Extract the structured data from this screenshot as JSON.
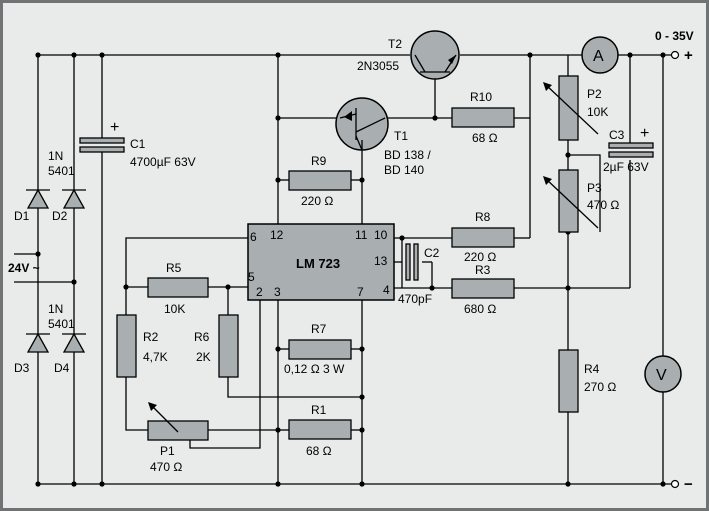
{
  "title": "0 - 35V",
  "terminals": {
    "plus": "+",
    "minus": "−",
    "ac_input": "24V ~"
  },
  "diodes": [
    {
      "name": "D1"
    },
    {
      "name": "D2"
    },
    {
      "name": "D3"
    },
    {
      "name": "D4"
    }
  ],
  "diode_types": {
    "top": "1N\n5401",
    "bottom": "1N\n5401"
  },
  "components": {
    "C1": {
      "name": "C1",
      "value": "4700µF 63V"
    },
    "C2": {
      "name": "C2",
      "value": "470pF"
    },
    "C3": {
      "name": "C3",
      "value": "2µF 63V"
    },
    "T1": {
      "name": "T1",
      "value": "BD 138 /\nBD 140"
    },
    "T2": {
      "name": "T2",
      "value": "2N3055"
    },
    "R1": {
      "name": "R1",
      "value": "68 Ω"
    },
    "R2": {
      "name": "R2",
      "value": "4,7K"
    },
    "R3": {
      "name": "R3",
      "value": "680 Ω"
    },
    "R4": {
      "name": "R4",
      "value": "270 Ω"
    },
    "R5": {
      "name": "R5",
      "value": "10K"
    },
    "R6": {
      "name": "R6",
      "value": "2K"
    },
    "R7": {
      "name": "R7",
      "value": "0,12 Ω  3 W"
    },
    "R8": {
      "name": "R8",
      "value": "220 Ω"
    },
    "R9": {
      "name": "R9",
      "value": "220 Ω"
    },
    "R10": {
      "name": "R10",
      "value": "68 Ω"
    },
    "P1": {
      "name": "P1",
      "value": "470 Ω"
    },
    "P2": {
      "name": "P2",
      "value": "10K"
    },
    "P3": {
      "name": "P3",
      "value": "470 Ω"
    }
  },
  "ic": {
    "label": "LM 723",
    "pins": {
      "p6": "6",
      "p12": "12",
      "p11": "11",
      "p10": "10",
      "p13": "13",
      "p5": "5",
      "p2": "2",
      "p3": "3",
      "p7": "7",
      "p4": "4"
    }
  },
  "meters": {
    "ammeter": "A",
    "voltmeter": "V"
  },
  "colors": {
    "background": "#e9ebeb",
    "component_fill": "#a9afb0",
    "wire": "#000000"
  }
}
